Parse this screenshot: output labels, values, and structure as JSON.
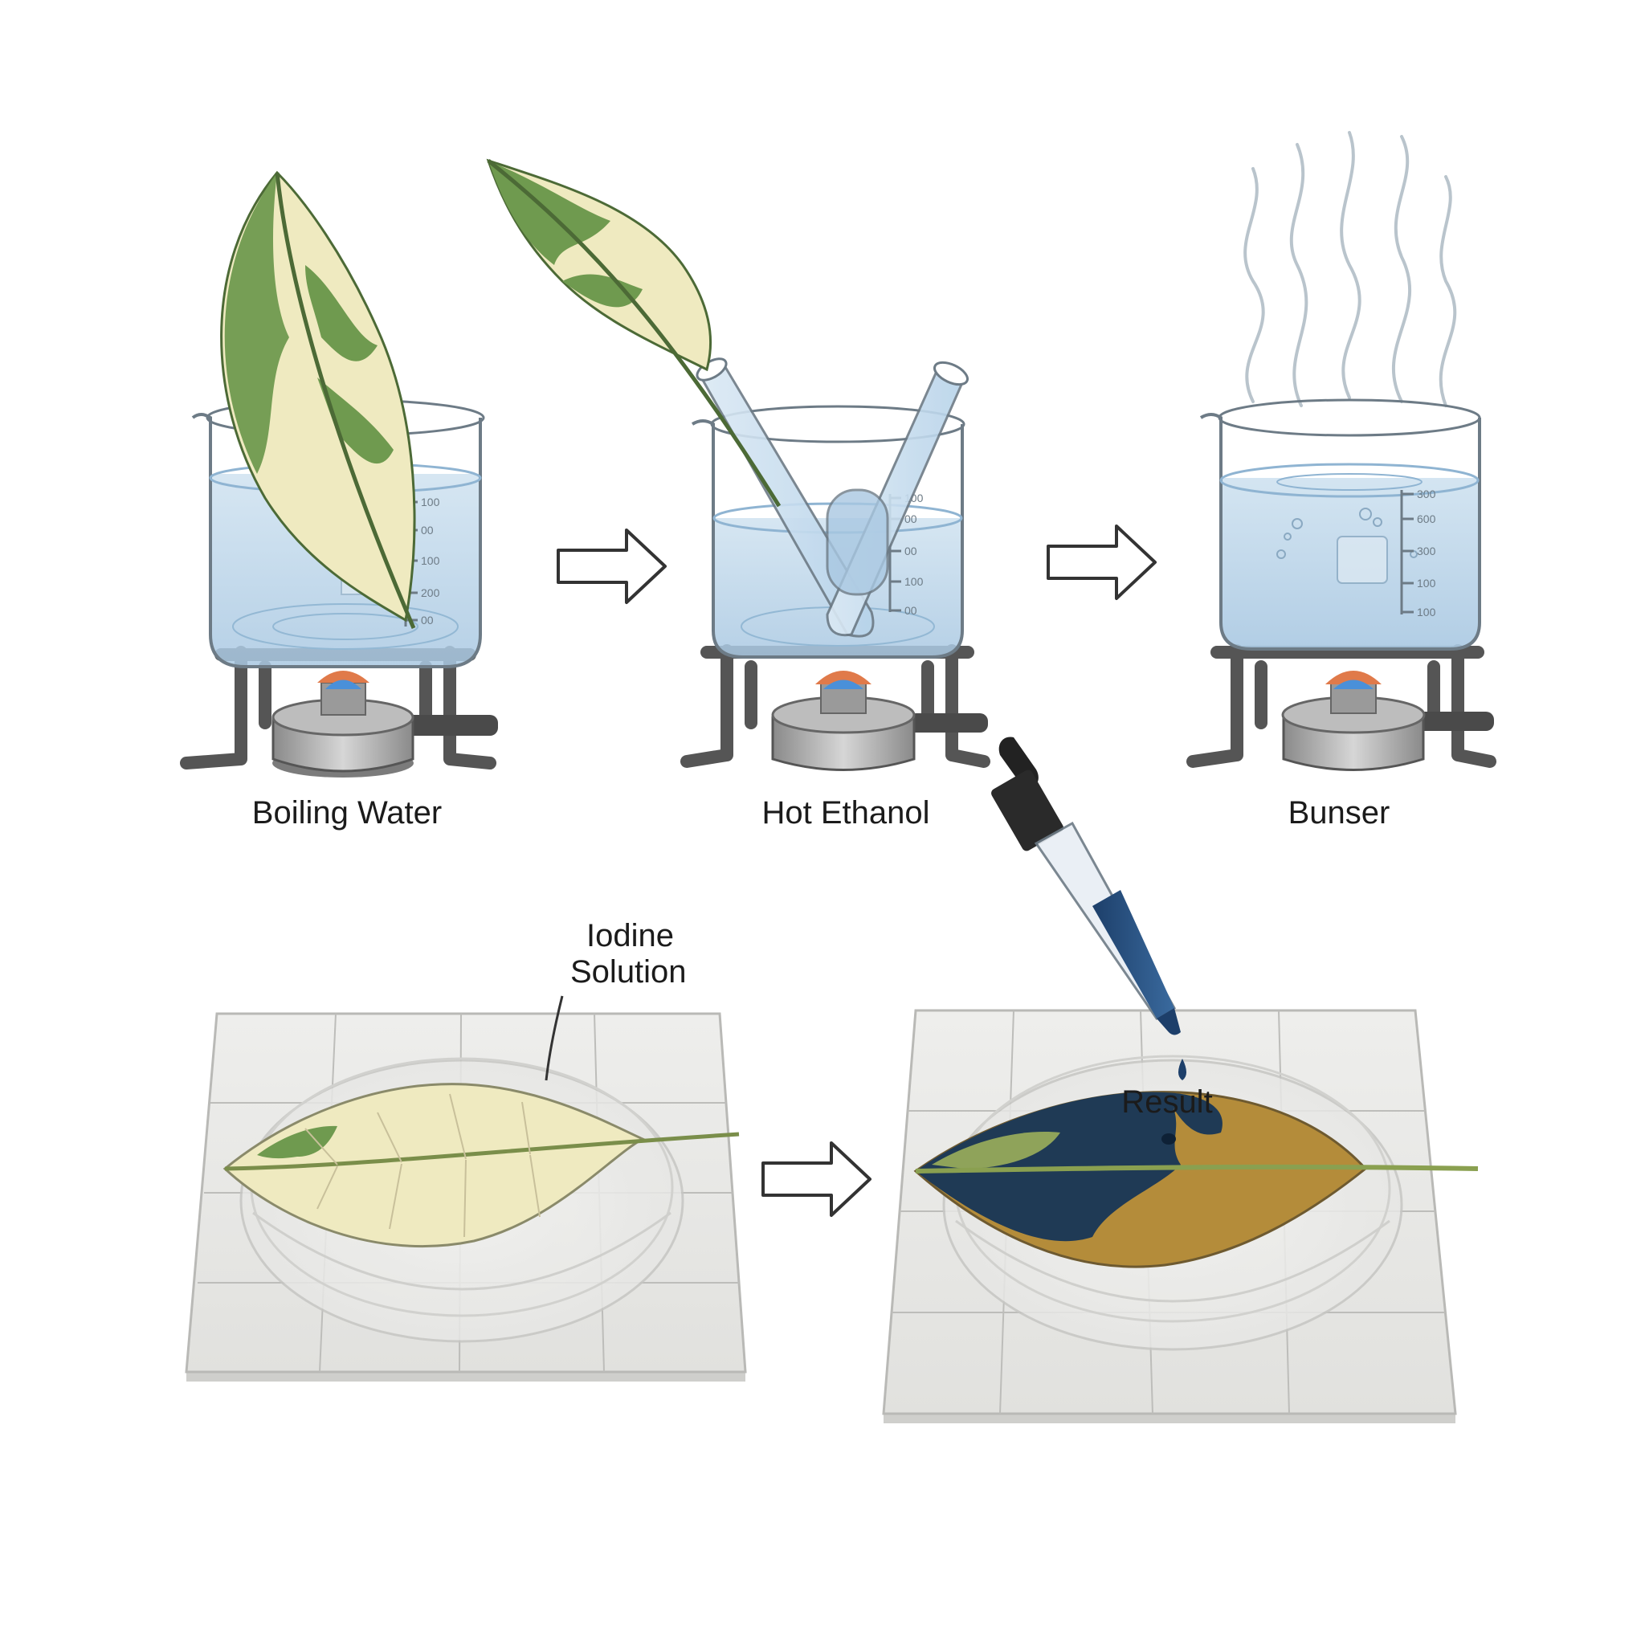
{
  "labels": {
    "boiling_water": "Boiling Water",
    "hot_ethanol": "Hot Ethanol",
    "bunsen": "Bunser",
    "iodine_line1": "Iodine",
    "iodine_line2": "Solution",
    "result": "Result"
  },
  "beaker_scale_marks": {
    "beaker_1": [
      "100",
      "00",
      "100",
      "200",
      "00"
    ],
    "beaker_2": [
      "100",
      "00",
      "00",
      "100",
      "00"
    ],
    "beaker_3": [
      "300",
      "600",
      "300",
      "100",
      "100"
    ]
  },
  "colors": {
    "water": "#bcd6ea",
    "leaf_green": "#6f9a4f",
    "leaf_cream": "#efeac0",
    "starch_blue_black": "#1f3a55",
    "stain_brown": "#b48c3a",
    "flame_blue": "#4a90d9",
    "flame_orange": "#e07a4a",
    "tile_grey": "#e8e8e6",
    "metal": "#555555"
  }
}
